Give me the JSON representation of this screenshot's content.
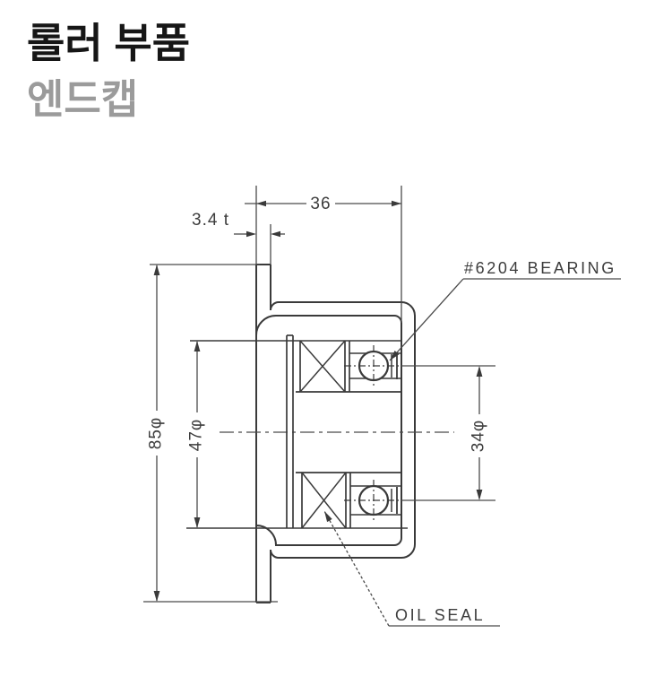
{
  "page": {
    "background": "#ffffff"
  },
  "header": {
    "title": "롤러 부품",
    "subtitle": "엔드캡"
  },
  "drawing": {
    "type": "engineering-cross-section",
    "part": "end cap with bearings and oil seals",
    "labels": {
      "bearing": "#6204 BEARING",
      "oil_seal": "OIL SEAL"
    },
    "dimensions": {
      "cup_depth": "36",
      "sheet_thickness": "3.4 t",
      "flange_diameter": "85φ",
      "bore_diameter": "47φ",
      "hole_diameter": "34φ"
    },
    "colors": {
      "outline": "#3a3a3a",
      "dim_line": "#4a4a4a",
      "text": "#3d3d3d",
      "title": "#161616",
      "subtitle": "#9b9b9b"
    }
  }
}
